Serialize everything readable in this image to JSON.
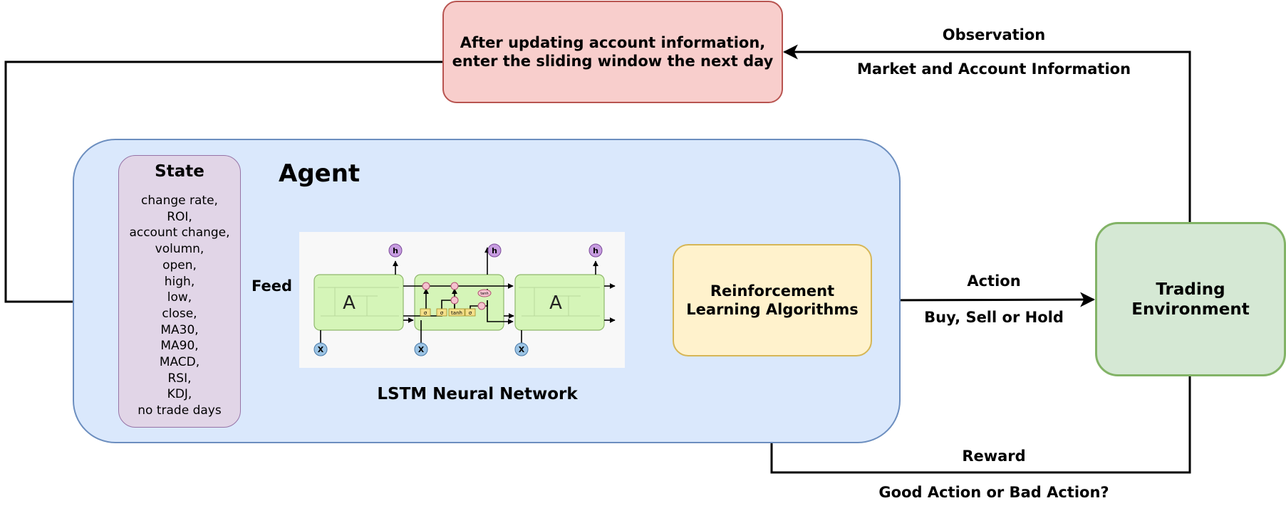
{
  "top_box": {
    "line1": "After updating account information,",
    "line2": "enter the sliding window the next day"
  },
  "agent": {
    "title": "Agent"
  },
  "state": {
    "title": "State",
    "items": [
      "change rate,",
      "ROI,",
      "account change,",
      "volumn,",
      "open,",
      "high,",
      "low,",
      "close,",
      "MA30,",
      "MA90,",
      "MACD,",
      "RSI,",
      "KDJ,",
      "no trade days"
    ]
  },
  "feed_label": "Feed",
  "lstm": {
    "label": "LSTM Neural Network",
    "cell_letter": "A",
    "gate_labels": [
      "σ",
      "σ",
      "tanh",
      "σ"
    ],
    "tanh_label": "tanh",
    "hidden_labels": [
      "h",
      "h",
      "h"
    ],
    "input_labels": [
      "X",
      "X",
      "X"
    ]
  },
  "rl": {
    "line1": "Reinforcement",
    "line2": "Learning Algorithms"
  },
  "env": {
    "line1": "Trading",
    "line2": "Environment"
  },
  "edges": {
    "action": "Action",
    "action_sub": "Buy, Sell or Hold",
    "observation": "Observation",
    "observation_sub": "Market and Account Information",
    "reward": "Reward",
    "reward_sub": "Good Action or Bad Action?"
  }
}
